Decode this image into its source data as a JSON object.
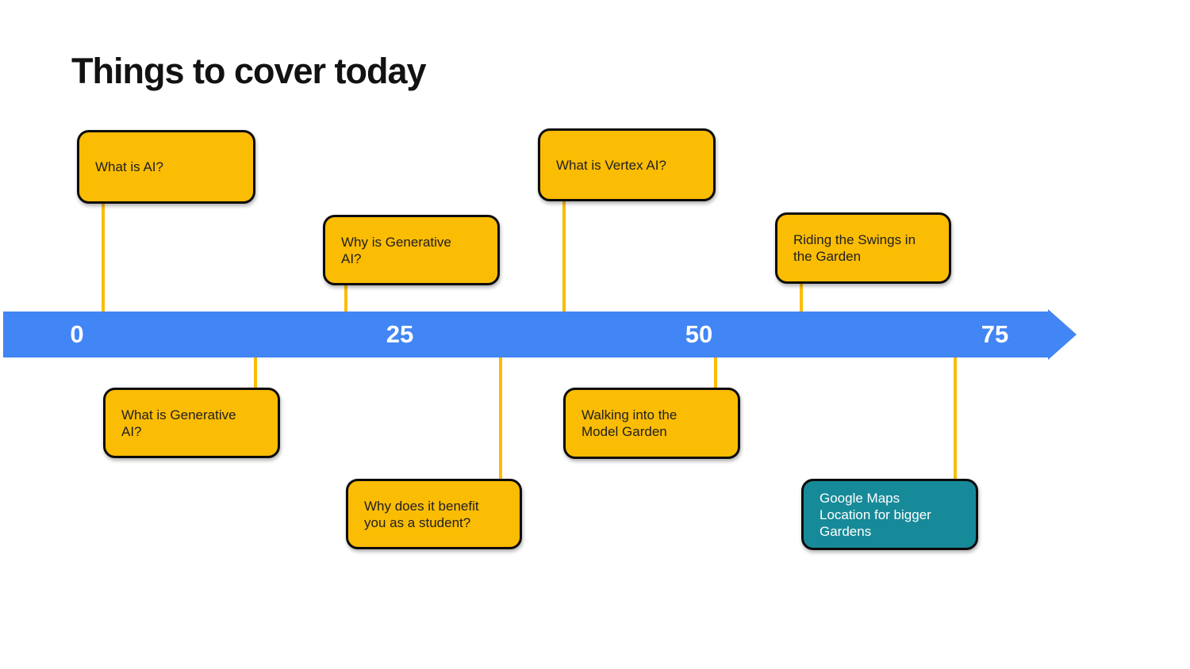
{
  "slide": {
    "title": "Things to cover today",
    "background_color": "#ffffff"
  },
  "timeline": {
    "type": "timeline",
    "bar_color": "#4285F4",
    "tick_label_color": "#ffffff",
    "connector_color": "#FBBC04",
    "ticks": [
      {
        "label": "0"
      },
      {
        "label": "25"
      },
      {
        "label": "50"
      },
      {
        "label": "75"
      }
    ]
  },
  "milestones": [
    {
      "text": "What is AI?",
      "side": "above",
      "fill": "#FBBC04",
      "text_color": "#202124"
    },
    {
      "text": "Why is Generative\nAI?",
      "side": "above",
      "fill": "#FBBC04",
      "text_color": "#202124"
    },
    {
      "text": "What is Vertex AI?",
      "side": "above",
      "fill": "#FBBC04",
      "text_color": "#202124"
    },
    {
      "text": "Riding the Swings in\nthe Garden",
      "side": "above",
      "fill": "#FBBC04",
      "text_color": "#202124"
    },
    {
      "text": "What is Generative\nAI?",
      "side": "below",
      "fill": "#FBBC04",
      "text_color": "#202124"
    },
    {
      "text": "Why does it benefit\nyou as a student?",
      "side": "below",
      "fill": "#FBBC04",
      "text_color": "#202124"
    },
    {
      "text": "Walking into the\nModel Garden",
      "side": "below",
      "fill": "#FBBC04",
      "text_color": "#202124"
    },
    {
      "text": "Google Maps\nLocation for bigger\nGardens",
      "side": "below",
      "fill": "#178A99",
      "text_color": "#ffffff"
    }
  ]
}
